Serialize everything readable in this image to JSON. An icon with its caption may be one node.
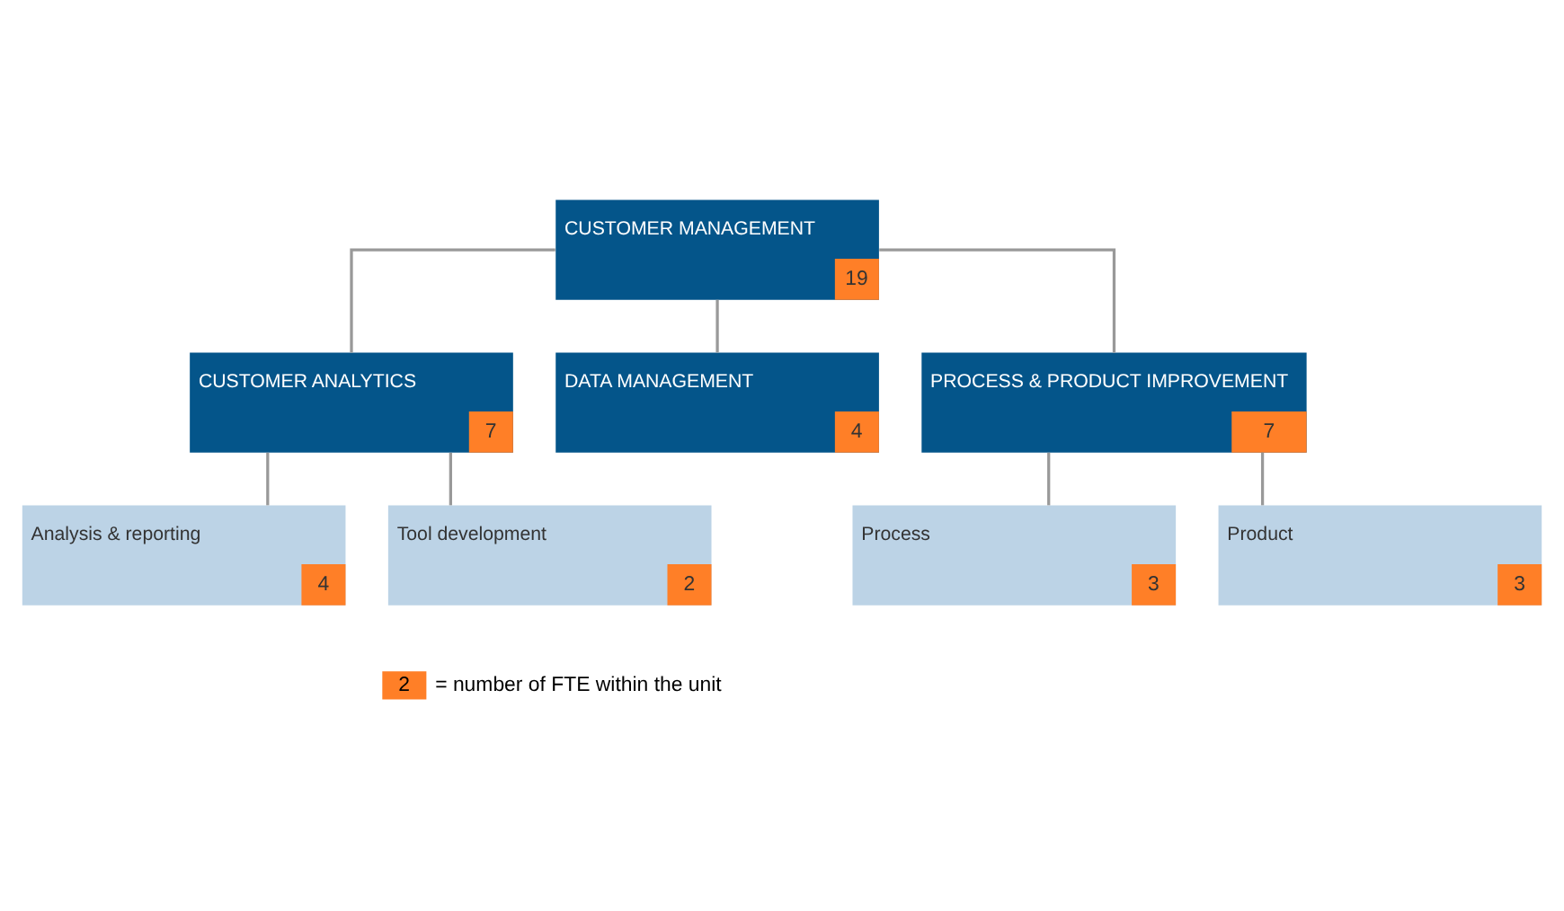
{
  "diagram": {
    "nodes": [
      {
        "text": [
          "CUSTOMER MANAGEMENT",
          "19"
        ]
      },
      {
        "text": [
          "CUSTOMER ANALYTICS",
          "7"
        ]
      },
      {
        "text": [
          "DATA MANAGEMENT",
          "4"
        ]
      },
      {
        "text": [
          "PROCESS & PRODUCT IMPROVEMENT",
          "7"
        ]
      },
      {
        "text": [
          "Analysis & reporting",
          "4"
        ]
      },
      {
        "text": [
          "Tool development",
          "2"
        ]
      },
      {
        "text": [
          "Process",
          "3"
        ]
      },
      {
        "text": [
          "Product",
          "3"
        ]
      }
    ],
    "edges": [
      {
        "from": 0,
        "to": 1,
        "arrow": "none"
      },
      {
        "from": 0,
        "to": 2,
        "arrow": "none"
      },
      {
        "from": 0,
        "to": 3,
        "arrow": "none"
      },
      {
        "from": 1,
        "to": 4,
        "arrow": "none"
      },
      {
        "from": 1,
        "to": 5,
        "arrow": "none"
      },
      {
        "from": 3,
        "to": 6,
        "arrow": "none"
      },
      {
        "from": 3,
        "to": 7,
        "arrow": "none"
      }
    ],
    "labels": [
      "2"
    ],
    "legend": [
      {
        "text": "= number of FTE within the unit",
        "color": "#ff7f27"
      }
    ]
  }
}
